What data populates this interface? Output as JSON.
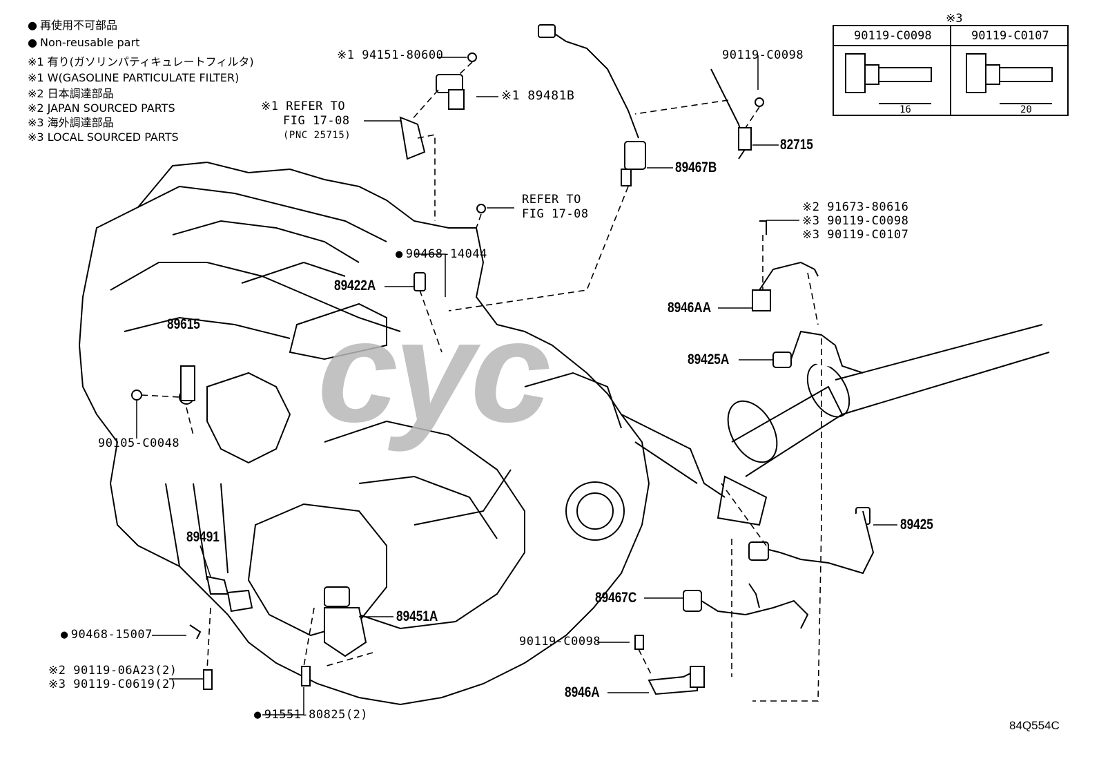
{
  "legend": [
    {
      "bullet": true,
      "text": "再使用不可部品"
    },
    {
      "bullet": true,
      "text": "Non-reusable part"
    },
    {
      "bullet": false,
      "text": "※1 有り(ガソリンパティキュレートフィルタ)"
    },
    {
      "bullet": false,
      "text": "※1 W(GASOLINE PARTICULATE FILTER)"
    },
    {
      "bullet": false,
      "text": "※2 日本調達部品"
    },
    {
      "bullet": false,
      "text": "※2 JAPAN SOURCED PARTS"
    },
    {
      "bullet": false,
      "text": "※3 海外調達部品"
    },
    {
      "bullet": false,
      "text": "※3 LOCAL SOURCED PARTS"
    }
  ],
  "bolt_table": {
    "note": "※3",
    "columns": [
      {
        "part": "90119-C0098",
        "length": "16"
      },
      {
        "part": "90119-C0107",
        "length": "20"
      }
    ]
  },
  "labels": {
    "p94151": "※1 94151-80600",
    "p89481B": "※1 89481B",
    "refer1_a": "※1 REFER TO",
    "refer1_b": "FIG 17-08",
    "refer1_c": "(PNC 25715)",
    "refer2_a": "REFER TO",
    "refer2_b": "FIG 17-08",
    "p90119_top": "90119-C0098",
    "p82715": "82715",
    "p89467B": "89467B",
    "p91673": "※2 91673-80616",
    "p90119_c0098b": "※3 90119-C0098",
    "p90119_c0107": "※3 90119-C0107",
    "p90468_14044": "90468-14044",
    "p89422A": "89422A",
    "p8946AA": "8946AA",
    "p89615": "89615",
    "p89425A": "89425A",
    "p90105": "90105-C0048",
    "p89425": "89425",
    "p89491": "89491",
    "p89467C": "89467C",
    "p89451A": "89451A",
    "p90119_mid": "90119-C0098",
    "p90468_15007": "90468-15007",
    "p8946A": "8946A",
    "p90119_06A23": "※2 90119-06A23(2)",
    "p90119_C0619": "※3 90119-C0619(2)",
    "p91551": "91551-80825(2)"
  },
  "figure_id": "84Q554C"
}
